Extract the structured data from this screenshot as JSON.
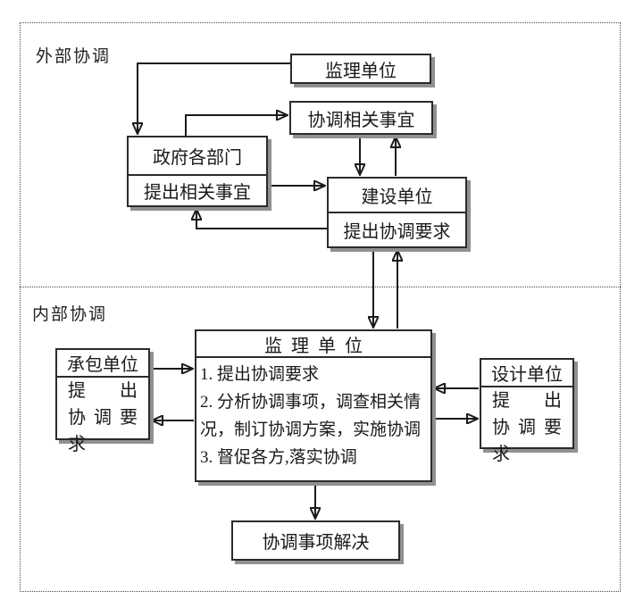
{
  "sections": {
    "external": {
      "label": "外部协调"
    },
    "internal": {
      "label": "内部协调"
    }
  },
  "nodes": {
    "supervision_external": {
      "title": "监理单位"
    },
    "coordinate_matters": {
      "title": "协调相关事宜"
    },
    "government": {
      "title": "政府各部门",
      "action": "提出相关事宜"
    },
    "construction": {
      "title": "建设单位",
      "action": "提出协调要求"
    },
    "contractor": {
      "title": "承包单位",
      "action_lines": [
        "提出",
        "协调要求"
      ]
    },
    "supervision_internal": {
      "title": "监理单位",
      "tasks": [
        "1. 提出协调要求",
        "2. 分析协调事项，调查相关情",
        "况，制订协调方案，实施协调",
        "3. 督促各方,落实协调"
      ]
    },
    "design": {
      "title": "设计单位",
      "action_lines": [
        "提出",
        "协调要求"
      ]
    },
    "resolved": {
      "title": "协调事项解决"
    }
  },
  "edges": [
    {
      "from": "监理单位(外部)",
      "to": "政府各部门"
    },
    {
      "from": "政府各部门",
      "to": "协调相关事宜"
    },
    {
      "from": "政府各部门(提出相关事宜)",
      "to": "建设单位"
    },
    {
      "from": "建设单位(提出协调要求)",
      "to": "政府各部门"
    },
    {
      "from": "协调相关事宜",
      "to": "建设单位"
    },
    {
      "from": "建设单位",
      "to": "协调相关事宜"
    },
    {
      "from": "建设单位",
      "to": "监理单位(内部)"
    },
    {
      "from": "监理单位(内部)",
      "to": "建设单位"
    },
    {
      "from": "承包单位",
      "to": "监理单位(内部)"
    },
    {
      "from": "监理单位(内部)",
      "to": "承包单位"
    },
    {
      "from": "设计单位",
      "to": "监理单位(内部)"
    },
    {
      "from": "监理单位(内部)",
      "to": "设计单位"
    },
    {
      "from": "监理单位(内部)",
      "to": "协调事项解决"
    }
  ],
  "colors": {
    "line": "#1a1a1a",
    "box_border": "#2b2b2b",
    "box_shadow": "#909090",
    "frame_dots": "#4d4d4d",
    "background": "#ffffff"
  }
}
